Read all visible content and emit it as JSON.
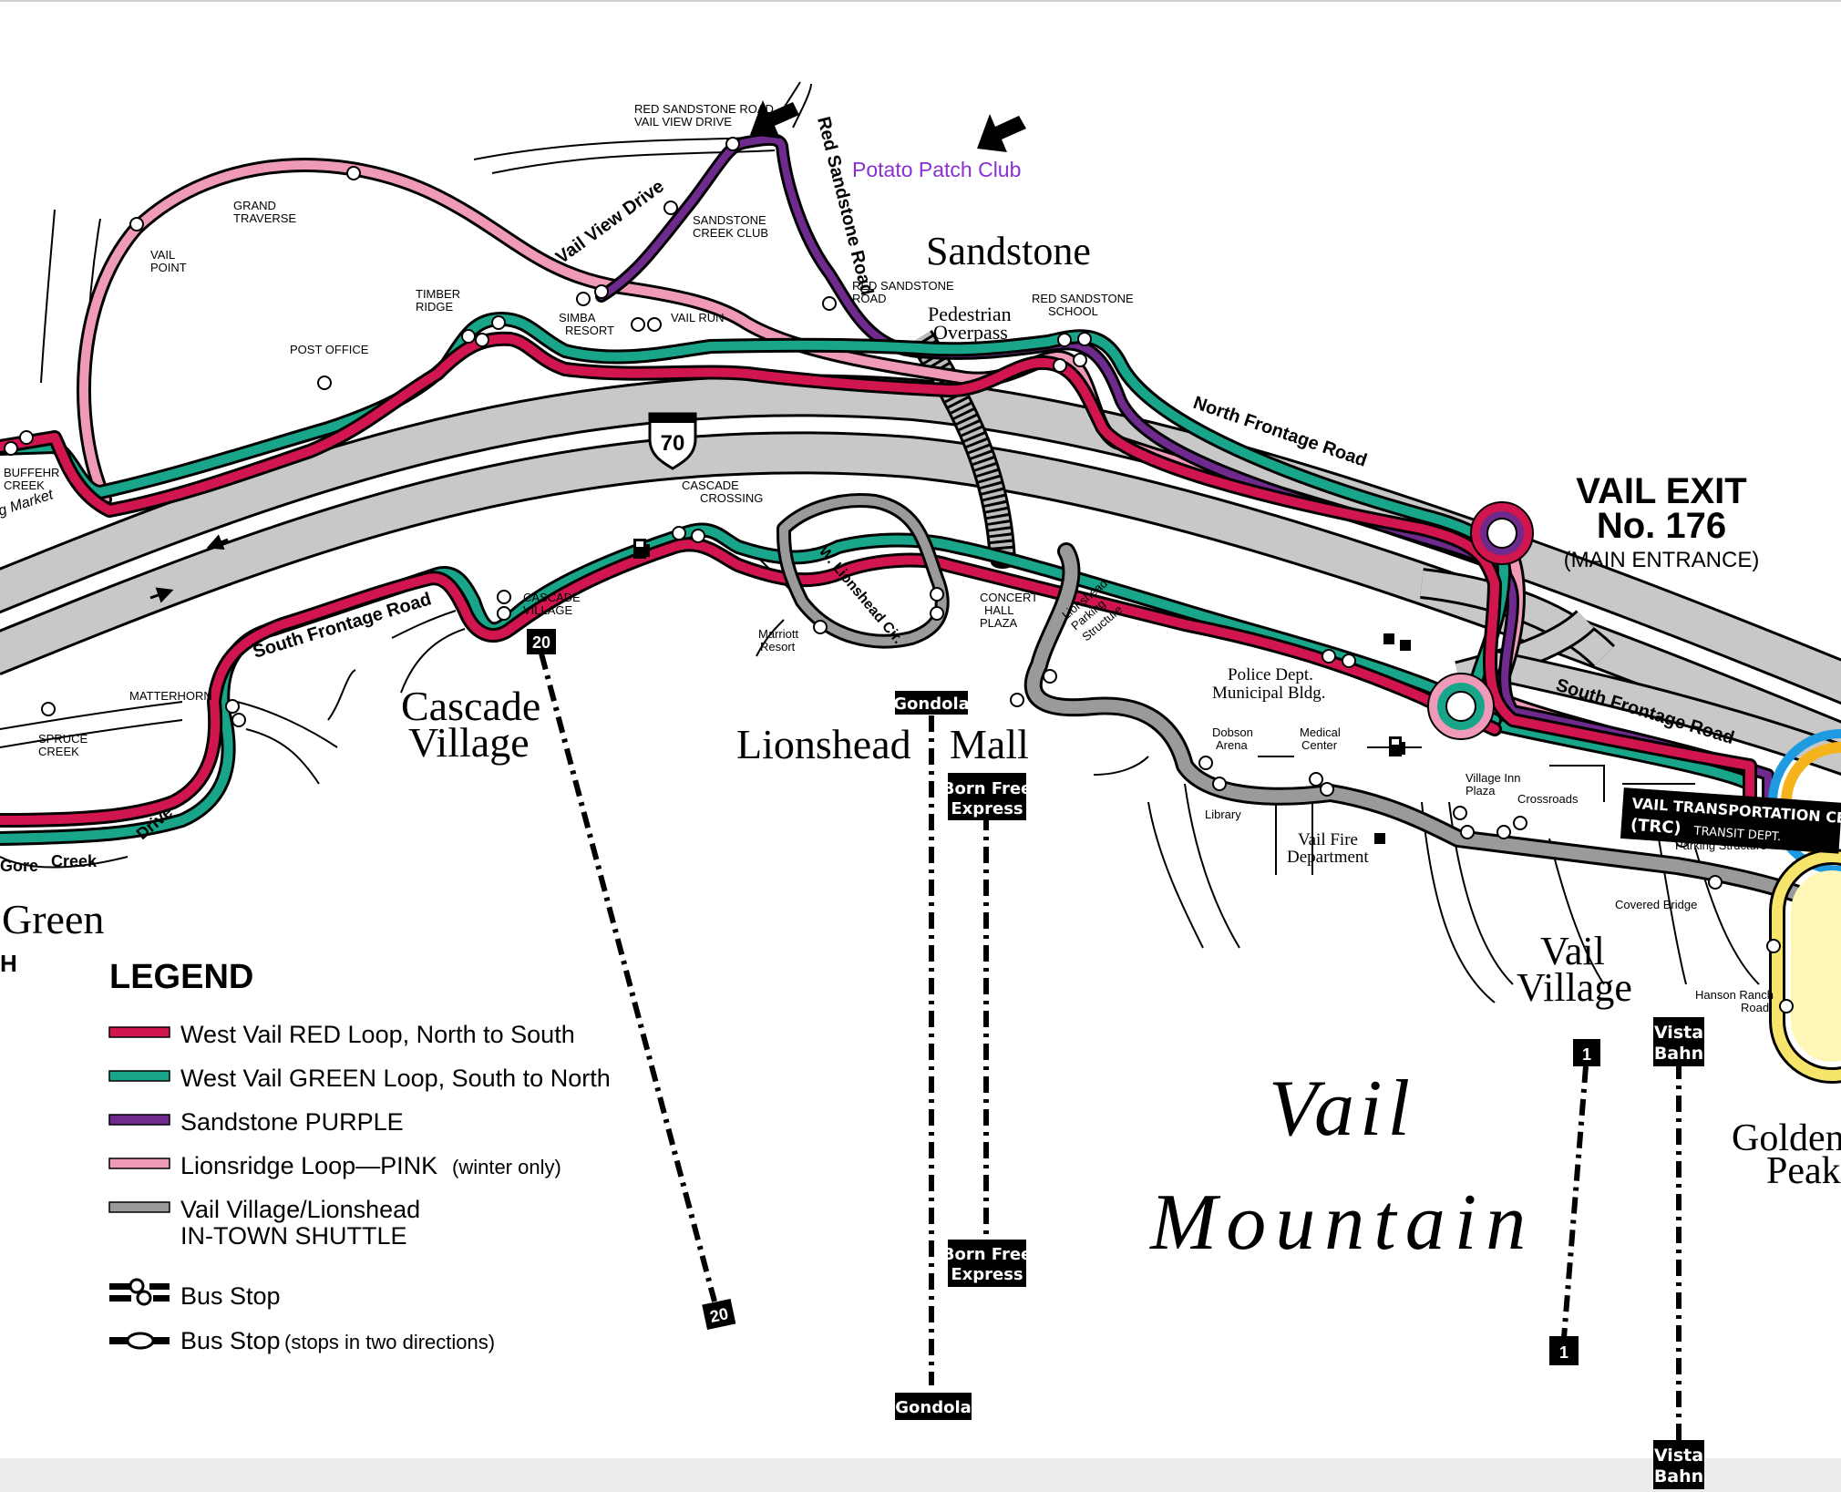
{
  "map": {
    "highway_shield": "70",
    "areas": {
      "sandstone": "Sandstone",
      "cascade_village_1": "Cascade",
      "cascade_village_2": "Village",
      "lionshead": "Lionshead",
      "mall": "Mall",
      "vail_village_1": "Vail",
      "vail_village_2": "Village",
      "vail_mountain_1": "Vail",
      "vail_mountain_2": "Mountain",
      "golden_peak_1": "Golden",
      "golden_peak_2": "Peak",
      "green_fragment": "Green",
      "h_fragment": "H"
    },
    "exit": {
      "line1": "VAIL EXIT",
      "line2": "No. 176",
      "line3": "(MAIN ENTRANCE)"
    },
    "annotation": "Potato Patch Club",
    "pedestrian_overpass": [
      "Pedestrian",
      "Overpass"
    ],
    "roads": {
      "north_frontage": "North Frontage Road",
      "south_frontage_west": "South Frontage Road",
      "south_frontage_east": "South Frontage Road",
      "vail_view_drive": "Vail View Drive",
      "red_sandstone_road": "Red Sandstone Road",
      "w_lionshead_cir": "W. Lionshead Cir.",
      "gore_creek_drive_1": "Gore",
      "gore_creek_drive_2": "Creek",
      "gore_creek_drive_3": "Drive"
    },
    "stops": {
      "red_sandstone_vail_view": [
        "RED SANDSTONE ROAD",
        "VAIL VIEW DRIVE"
      ],
      "grand_traverse": [
        "GRAND",
        "TRAVERSE"
      ],
      "vail_point": [
        "VAIL",
        "POINT"
      ],
      "sandstone_creek_club": [
        "SANDSTONE",
        "CREEK CLUB"
      ],
      "red_sandstone_road": [
        "RED SANDSTONE",
        "ROAD"
      ],
      "red_sandstone_school": [
        "RED SANDSTONE",
        "SCHOOL"
      ],
      "timber_ridge": [
        "TIMBER",
        "RIDGE"
      ],
      "simba_resort": [
        "SIMBA",
        "RESORT"
      ],
      "vail_run": "VAIL RUN",
      "post_office": "POST OFFICE",
      "buffehr_creek": [
        "BUFFEHR",
        "CREEK"
      ],
      "market": "g Market",
      "cascade_crossing": [
        "CASCADE",
        "CROSSING"
      ],
      "cascade_village": [
        "CASCADE",
        "VILLAGE"
      ],
      "matterhorn": "MATTERHORN",
      "spruce_creek": [
        "SPRUCE",
        "CREEK"
      ],
      "marriott": [
        "Marriott",
        "Resort"
      ],
      "concert_hall": [
        "CONCERT",
        "HALL",
        "PLAZA"
      ],
      "lionshead_parking": [
        "Lionshead",
        "Parking",
        "Structure"
      ],
      "police": [
        "Police Dept.",
        "Municipal Bldg."
      ],
      "dobson": [
        "Dobson",
        "Arena"
      ],
      "medical": [
        "Medical",
        "Center"
      ],
      "library": "Library",
      "fire": [
        "Vail Fire",
        "Department"
      ],
      "village_inn": [
        "Village Inn",
        "Plaza"
      ],
      "crossroads": "Crossroads",
      "trc": [
        "VAIL TRANSPORTATION CENTER",
        "(TRC)",
        "TRANSIT DEPT."
      ],
      "parking_structure": "Parking Structure",
      "covered_bridge": "Covered Bridge",
      "hanson_ranch": [
        "Hanson Ranch",
        "Road"
      ]
    },
    "lifts": {
      "gondola_top": "Gondola",
      "gondola_bottom": "Gondola",
      "born_free_top": [
        "Born Free",
        "Express"
      ],
      "born_free_bottom": [
        "Born Free",
        "Express"
      ],
      "vista_bahn_top": [
        "Vista",
        "Bahn"
      ],
      "vista_bahn_bottom": [
        "Vista",
        "Bahn"
      ],
      "lift_20_top": "20",
      "lift_20_bottom": "20",
      "lift_1_top": "1",
      "lift_1_bottom": "1"
    }
  },
  "legend": {
    "title": "LEGEND",
    "items": [
      {
        "label": "West Vail RED Loop, North to South",
        "note": "",
        "color": "#d0154f"
      },
      {
        "label": "West Vail GREEN Loop, South to North",
        "note": "",
        "color": "#18a58a"
      },
      {
        "label": "Sandstone PURPLE",
        "note": "",
        "color": "#6e2a8c"
      },
      {
        "label": "Lionsridge Loop—PINK",
        "note": "(winter only)",
        "color": "#ee9ab8"
      },
      {
        "label": "Vail Village/Lionshead",
        "label2": "IN-TOWN SHUTTLE",
        "color": "#9a9a9a"
      }
    ],
    "bus_stop": "Bus Stop",
    "bus_stop_two": "Bus Stop",
    "bus_stop_two_note": "(stops in two directions)"
  },
  "colors": {
    "red": "#d0154f",
    "green": "#18a58a",
    "purple": "#6e2a8c",
    "pink": "#ee9ab8",
    "gray": "#9a9a9a",
    "annotation": "#8a2fd0"
  }
}
